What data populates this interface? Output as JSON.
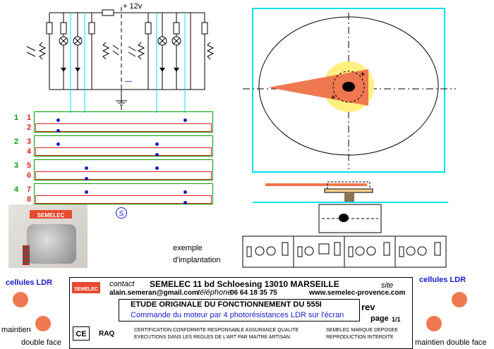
{
  "circuit": {
    "supply_label": "+ 12v",
    "minus_label": "—",
    "s_label": "S"
  },
  "rows": [
    {
      "group": "1",
      "a": "1",
      "b": "2"
    },
    {
      "group": "2",
      "a": "3",
      "b": "4"
    },
    {
      "group": "3",
      "a": "5",
      "b": "6"
    },
    {
      "group": "4",
      "a": "7",
      "b": "8"
    }
  ],
  "photo": {
    "brand": "SEMELEC"
  },
  "implant": {
    "line1": "exemple",
    "line2": "d'implantation"
  },
  "side": {
    "cells_ldr": "cellules  LDR",
    "maintien": "maintien",
    "double_face": "double face",
    "maintien_double_face": "maintien double face"
  },
  "titleblock": {
    "logo": "SEMELEC",
    "contact_label": "contact",
    "company": "SEMELEC   11 bd Schloesing 13010 MARSEILLE",
    "site_label": "site",
    "email": "alain.semeran@gmail.com",
    "phone_label": "téléphone",
    "phone": "06 64 18 35 75",
    "website": "www.semelec-provence.com",
    "title": "ETUDE ORIGINALE DU FONCTIONNEMENT   DU 555I",
    "subtitle": "Commande du moteur par 4 photorésistances LDR sur l'écran",
    "rev_label": "rev",
    "page_label": "page",
    "page_value": "1/1",
    "ce": "CE",
    "raq": "RAQ",
    "cert1": "CERTIFICATION CONFORMITE RESPONSABLE ASSURANCE QUALITE",
    "cert2": "EXECUTIONS DANS LES REGLES DE L'ART PAR MAITRE ARTISAN",
    "brand1": "SEMELEC MARQUE DEPOSEE",
    "brand2": "REPRODUCTION INTERDITE"
  },
  "colors": {
    "cyan": "#00e0f0",
    "red": "#e02020",
    "green": "#00a000",
    "blue": "#1a1acc",
    "orange": "#f07850",
    "yellow": "#fff080"
  }
}
